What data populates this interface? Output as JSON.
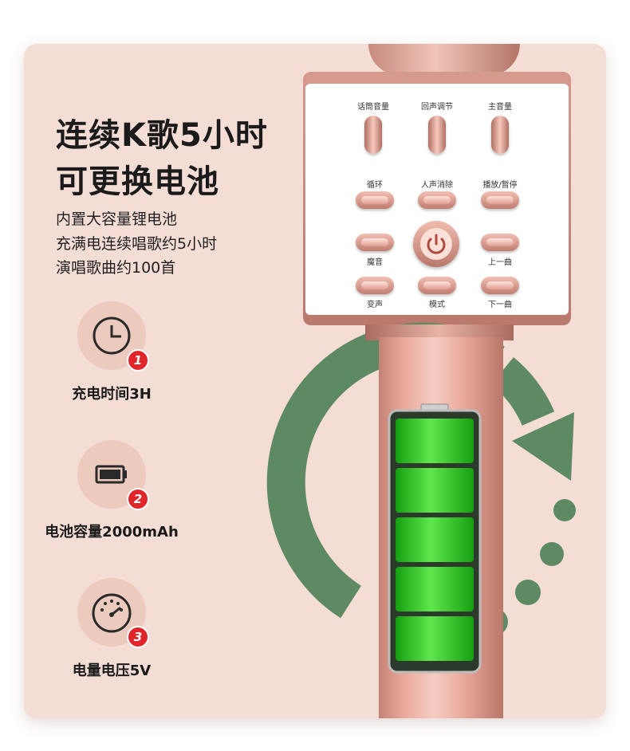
{
  "headline": {
    "line1": "连续K歌5小时",
    "line2": "可更换电池"
  },
  "description": [
    "内置大容量锂电池",
    "充满电连续唱歌约5小时",
    "演唱歌曲约100首"
  ],
  "features": [
    {
      "badge": "1",
      "label": "充电时间3H",
      "icon": "clock-icon"
    },
    {
      "badge": "2",
      "label": "电池容量2000mAh",
      "icon": "battery-icon"
    },
    {
      "badge": "3",
      "label": "电量电压5V",
      "icon": "gauge-icon"
    }
  ],
  "panel": {
    "knobs": [
      "话筒音量",
      "回声调节",
      "主音量"
    ],
    "top_buttons": [
      "循环",
      "人声消除",
      "播放/暂停"
    ],
    "mid_left": "魔音",
    "mid_right": "上一曲",
    "bottom_buttons": [
      "变声",
      "模式",
      "下一曲"
    ]
  },
  "battery_level": 1.0,
  "colors": {
    "card": "#f4ddd5",
    "badge": "#e0262a",
    "arrow": "#5e8a63",
    "battery_green": "#22c41a"
  }
}
